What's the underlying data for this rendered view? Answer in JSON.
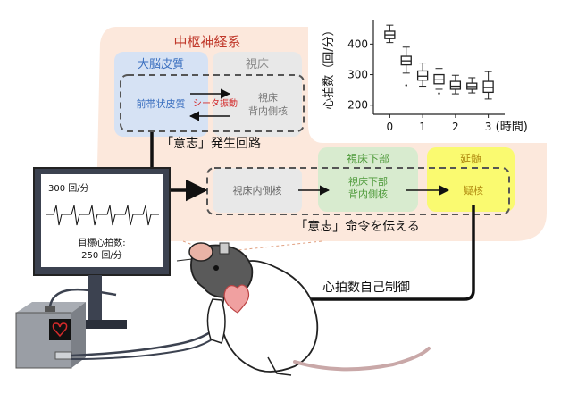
{
  "cns": {
    "title": "中枢神経系",
    "cerebral_cortex": "大脳皮質",
    "thalamus": "視床",
    "acc": "前帯状皮質",
    "theta": "シータ振動",
    "thalamus_md_line1": "視床",
    "thalamus_md_line2": "背内側核",
    "will_circuit": "「意志」発生回路",
    "hypothalamus": "視床下部",
    "medulla": "延髄",
    "thal_dm_nucleus": "視床内側核",
    "hypo_dm_line1": "視床下部",
    "hypo_dm_line2": "背内側核",
    "nucleus_ambiguus": "疑核",
    "will_command": "「意志」命令を伝える"
  },
  "monitor": {
    "rate_text": "300 回/分",
    "target_label": "目標心拍数:",
    "target_value": "250 回/分"
  },
  "self_control_label": "心拍数自己制御",
  "colors": {
    "cns_bg": "#fce8dc",
    "cortex_bg": "#d6e2f4",
    "thalamus_bg": "#e8e8e8",
    "hypothalamus_bg": "#d8ebcf",
    "medulla_bg": "#fafa70",
    "theta": "#d42a2a",
    "acc_text": "#3a6fbf",
    "hypo_text": "#4e9a3a",
    "medulla_text": "#b08a10"
  },
  "chart_data": {
    "type": "box",
    "ylabel": "心拍数（回/分）",
    "xlabel": "(時間)",
    "xticks": [
      "0",
      "1",
      "2",
      "3"
    ],
    "yticks": [
      "200",
      "300",
      "400"
    ],
    "ylim": [
      170,
      480
    ],
    "xlim": [
      -0.5,
      3.5
    ],
    "boxes": [
      {
        "x": 0,
        "min": 405,
        "q1": 418,
        "median": 430,
        "q3": 442,
        "max": 462,
        "outliers": []
      },
      {
        "x": 0.5,
        "min": 305,
        "q1": 332,
        "median": 345,
        "q3": 360,
        "max": 390,
        "outliers": [
          265
        ]
      },
      {
        "x": 1,
        "min": 262,
        "q1": 282,
        "median": 295,
        "q3": 312,
        "max": 338,
        "outliers": []
      },
      {
        "x": 1.5,
        "min": 252,
        "q1": 270,
        "median": 283,
        "q3": 300,
        "max": 320,
        "outliers": [
          238
        ]
      },
      {
        "x": 2,
        "min": 237,
        "q1": 252,
        "median": 262,
        "q3": 278,
        "max": 298,
        "outliers": []
      },
      {
        "x": 2.5,
        "min": 240,
        "q1": 252,
        "median": 261,
        "q3": 272,
        "max": 290,
        "outliers": []
      },
      {
        "x": 3,
        "min": 220,
        "q1": 242,
        "median": 258,
        "q3": 278,
        "max": 310,
        "outliers": []
      }
    ]
  }
}
